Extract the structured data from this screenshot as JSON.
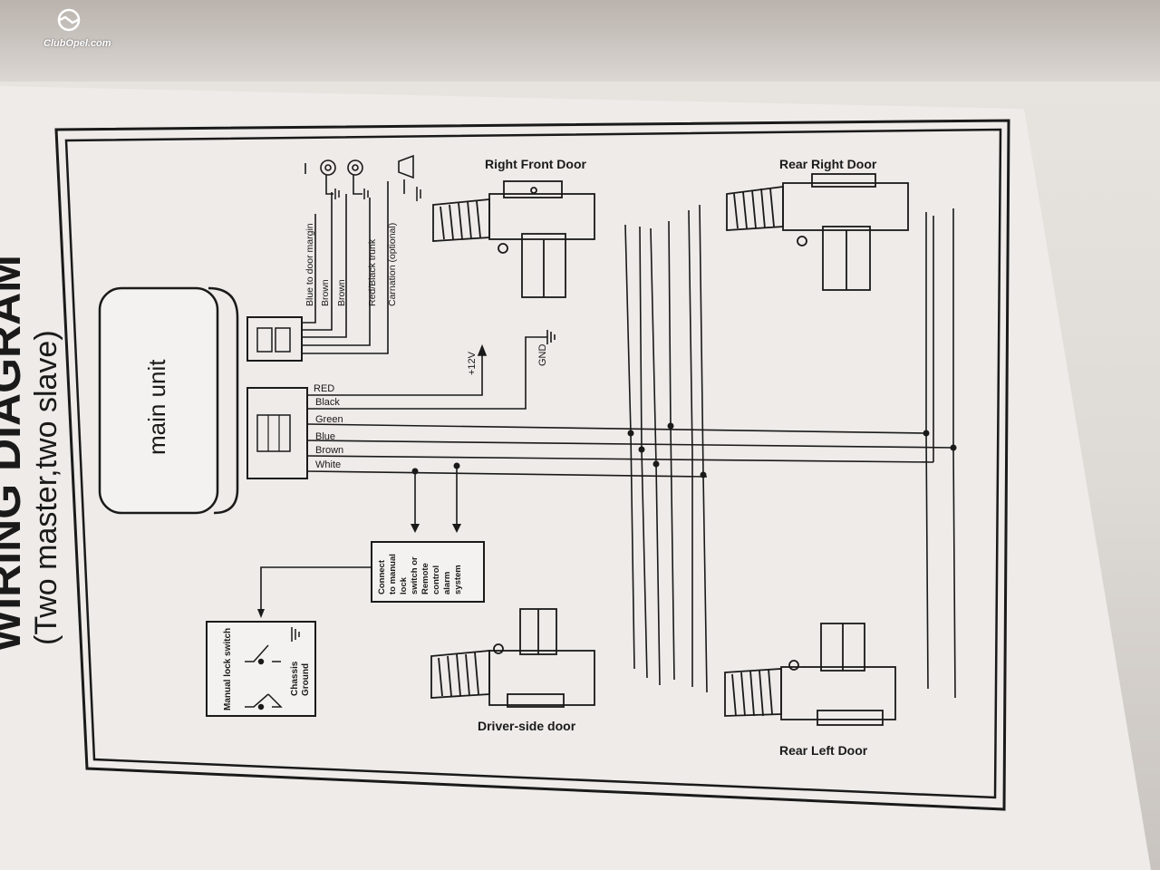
{
  "watermark": {
    "brand": "ClubOpel.com"
  },
  "diagram": {
    "title": "WIRING DIAGRAM",
    "subtitle": "(Two master,two slave)",
    "main_unit": "main unit",
    "top_wires": [
      "Blue to door margin",
      "Brown",
      "Brown",
      "Red/Black trunk",
      "Carnation (optional)"
    ],
    "bottom_wires": [
      "RED",
      "Black",
      "Green",
      "Blue",
      "Brown",
      "White"
    ],
    "plus12v": "+12V",
    "gnd": "GND",
    "connect_box": [
      "Connect",
      "to manual",
      "lock",
      "switch or",
      "Remote",
      "control",
      "alarm",
      "system"
    ],
    "switch_box": {
      "label": "Manual lock switch",
      "ground": [
        "Chassis",
        "Ground"
      ]
    },
    "doors": {
      "right_front": "Right Front Door",
      "rear_right": "Rear Right Door",
      "driver_side": "Driver-side door",
      "rear_left": "Rear Left Door"
    }
  }
}
